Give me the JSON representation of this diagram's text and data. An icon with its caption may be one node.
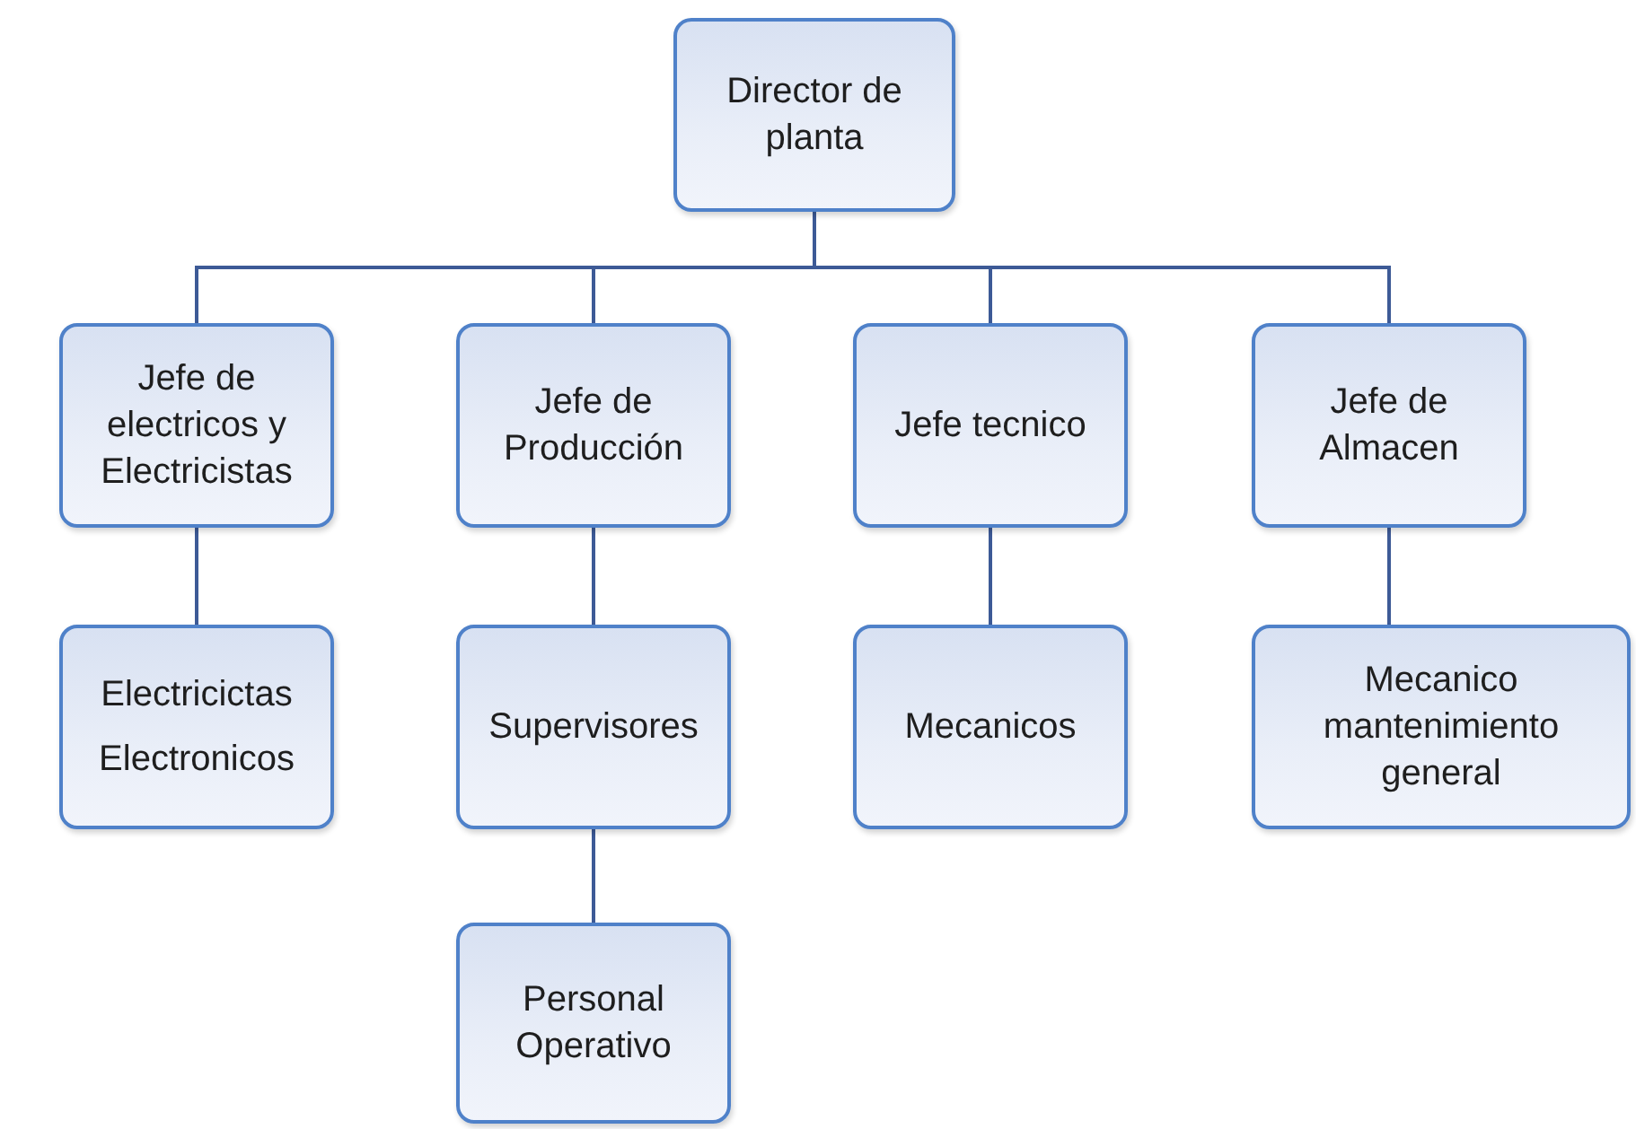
{
  "diagram": {
    "nodes": [
      {
        "text": [
          "Director de planta"
        ]
      },
      {
        "text": [
          "Jefe de electricos y Electricistas"
        ]
      },
      {
        "text": [
          "Jefe de Producción"
        ]
      },
      {
        "text": [
          "Jefe tecnico"
        ]
      },
      {
        "text": [
          "Jefe de Almacen"
        ]
      },
      {
        "text": [
          "Electricictas",
          "Electronicos"
        ]
      },
      {
        "text": [
          "Supervisores"
        ]
      },
      {
        "text": [
          "Mecanicos"
        ]
      },
      {
        "text": [
          "Mecanico mantenimiento general"
        ]
      },
      {
        "text": [
          "Personal Operativo"
        ]
      }
    ],
    "edges": [
      {
        "from": 0,
        "to": 1,
        "arrow": "none"
      },
      {
        "from": 0,
        "to": 2,
        "arrow": "none"
      },
      {
        "from": 0,
        "to": 3,
        "arrow": "none"
      },
      {
        "from": 0,
        "to": 4,
        "arrow": "none"
      },
      {
        "from": 1,
        "to": 5,
        "arrow": "none"
      },
      {
        "from": 2,
        "to": 6,
        "arrow": "none"
      },
      {
        "from": 3,
        "to": 7,
        "arrow": "none"
      },
      {
        "from": 4,
        "to": 8,
        "arrow": "none"
      },
      {
        "from": 6,
        "to": 9,
        "arrow": "none"
      }
    ]
  }
}
